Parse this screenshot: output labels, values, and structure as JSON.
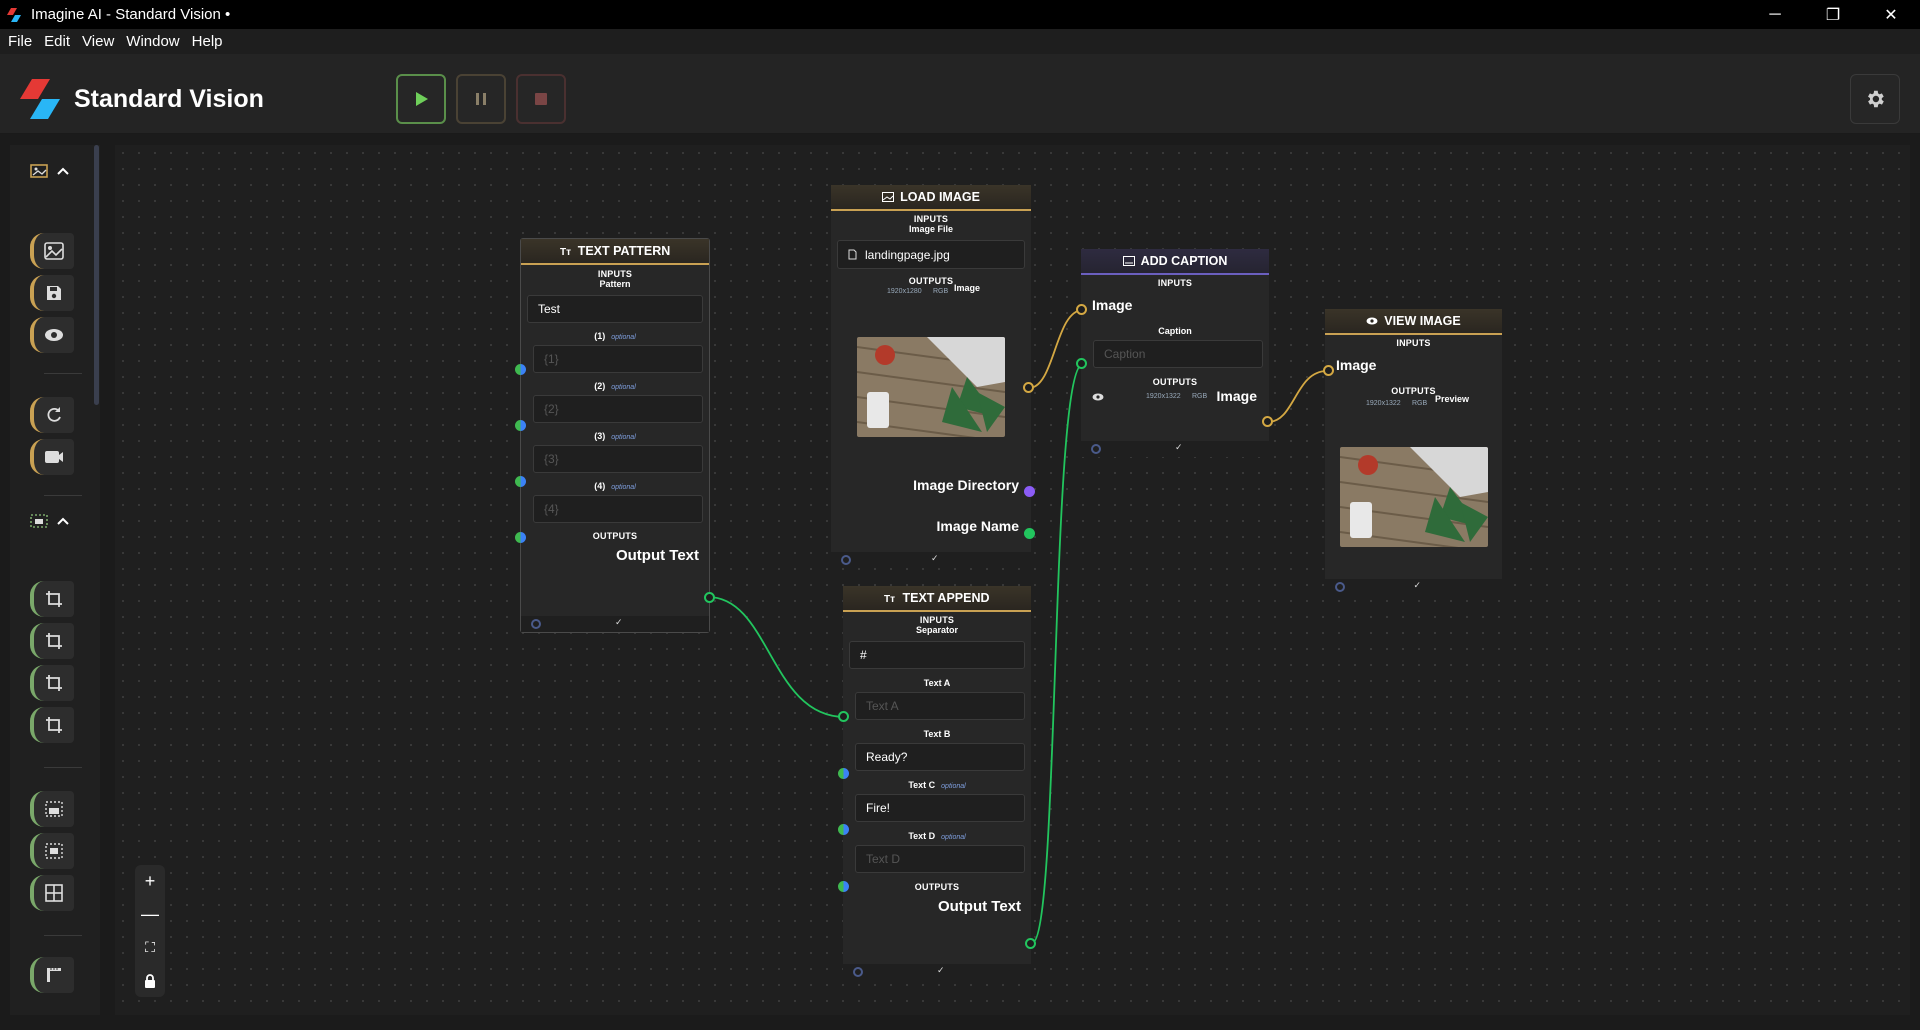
{
  "window": {
    "title": "Imagine AI - Standard Vision •",
    "minimize": "─",
    "restore": "❐",
    "close": "✕"
  },
  "menu": [
    "File",
    "Edit",
    "View",
    "Window",
    "Help"
  ],
  "toolbar": {
    "brand_title": "Standard Vision",
    "play_icon": "play-icon",
    "pause_icon": "pause-icon",
    "stop_icon": "stop-icon",
    "settings_icon": "gear-icon"
  },
  "zoom": {
    "zoom_in": "+",
    "zoom_out": "—",
    "fit": "⛶",
    "lock": "lock-icon"
  },
  "nodes": {
    "text_pattern": {
      "title": "TEXT PATTERN",
      "inputs_label": "INPUTS",
      "pattern_label": "Pattern",
      "pattern_value": "Test",
      "params": [
        {
          "label": "(1)",
          "optional": "optional",
          "placeholder": "{1}"
        },
        {
          "label": "(2)",
          "optional": "optional",
          "placeholder": "{2}"
        },
        {
          "label": "(3)",
          "optional": "optional",
          "placeholder": "{3}"
        },
        {
          "label": "(4)",
          "optional": "optional",
          "placeholder": "{4}"
        }
      ],
      "outputs_label": "OUTPUTS",
      "output_text": "Output Text"
    },
    "load_image": {
      "title": "LOAD IMAGE",
      "inputs_label": "INPUTS",
      "image_file_label": "Image File",
      "file_value": "landingpage.jpg",
      "outputs_label": "OUTPUTS",
      "image_label": "Image",
      "dims": "1920x1280",
      "mode": "RGB",
      "image_directory": "Image Directory",
      "image_name": "Image Name"
    },
    "add_caption": {
      "title": "ADD CAPTION",
      "inputs_label": "INPUTS",
      "image_label": "Image",
      "caption_label": "Caption",
      "caption_placeholder": "Caption",
      "outputs_label": "OUTPUTS",
      "dims": "1920x1322",
      "mode": "RGB",
      "output_image": "Image"
    },
    "view_image": {
      "title": "VIEW IMAGE",
      "inputs_label": "INPUTS",
      "image_label": "Image",
      "outputs_label": "OUTPUTS",
      "preview_label": "Preview",
      "dims": "1920x1322",
      "mode": "RGB"
    },
    "text_append": {
      "title": "TEXT APPEND",
      "inputs_label": "INPUTS",
      "separator_label": "Separator",
      "separator_value": "#",
      "text_a_label": "Text A",
      "text_a_placeholder": "Text A",
      "text_b_label": "Text B",
      "text_b_value": "Ready?",
      "text_c_label": "Text C",
      "text_c_value": "Fire!",
      "text_d_label": "Text D",
      "text_d_placeholder": "Text D",
      "optional": "optional",
      "outputs_label": "OUTPUTS",
      "output_text": "Output Text"
    }
  },
  "footer_check": "✓",
  "colors": {
    "accent_green": "#3fb950",
    "wire_yellow": "#d4a843",
    "port_purple": "#8b5cf6",
    "header_gold": "#c9a153",
    "header_purple": "#6b5fbf"
  }
}
